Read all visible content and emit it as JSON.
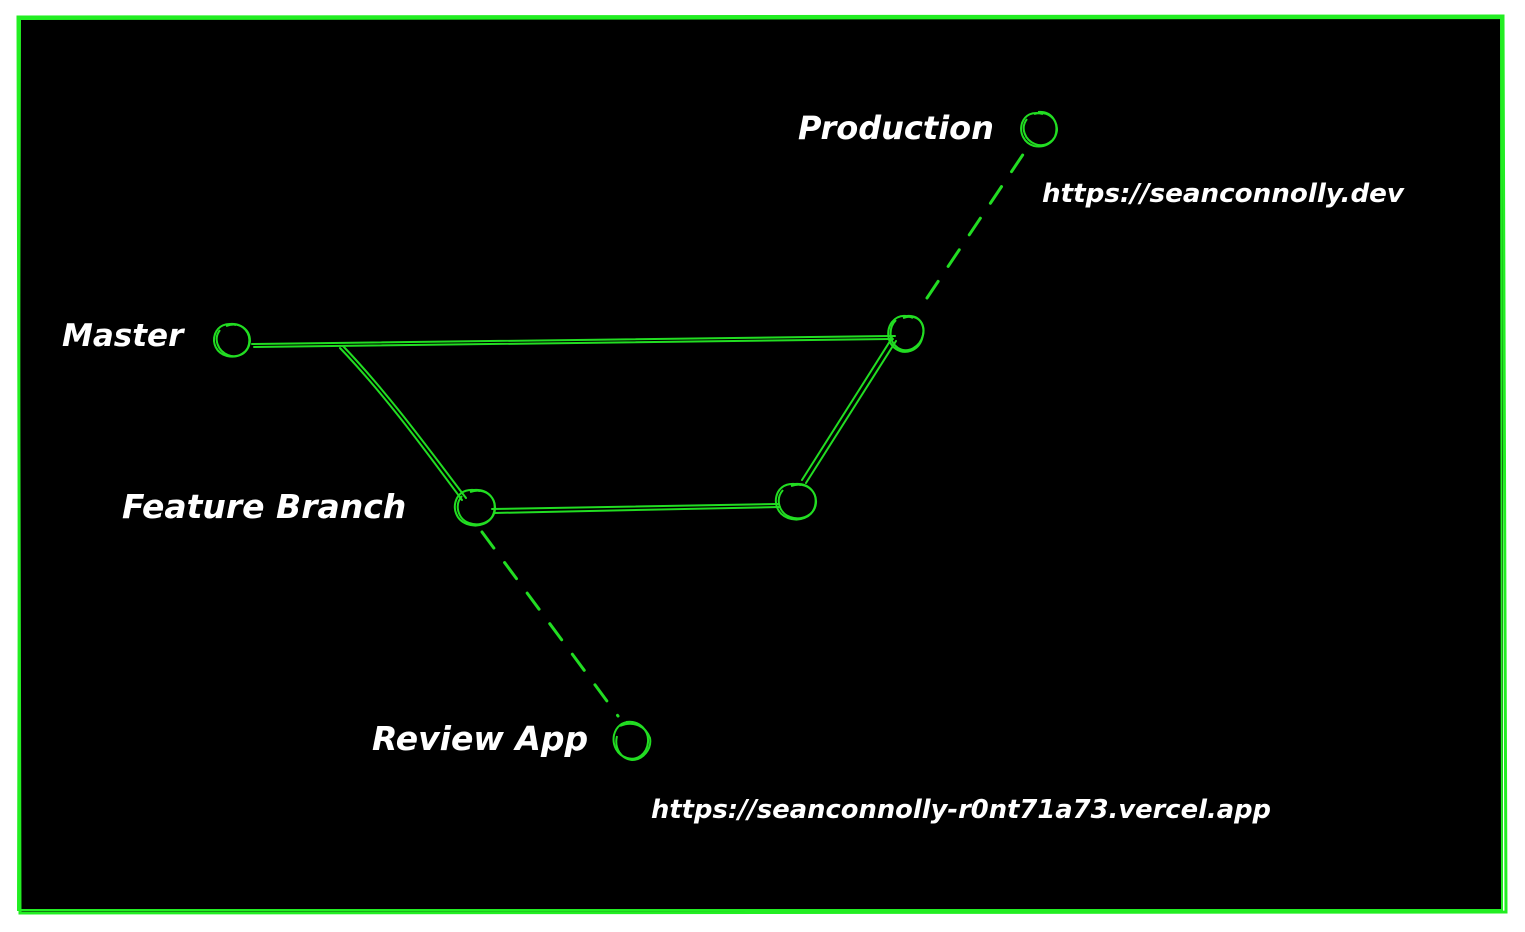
{
  "diagram": {
    "colors": {
      "background": "#000000",
      "stroke": "#22dd22",
      "frame": "#22ee22",
      "text": "#ffffff"
    },
    "nodes": {
      "master": {
        "label": "Master"
      },
      "feature_branch": {
        "label": "Feature Branch"
      },
      "production": {
        "label": "Production",
        "url": "https://seanconnolly.dev"
      },
      "review_app": {
        "label": "Review App",
        "url": "https://seanconnolly-r0nt71a73.vercel.app"
      }
    }
  }
}
